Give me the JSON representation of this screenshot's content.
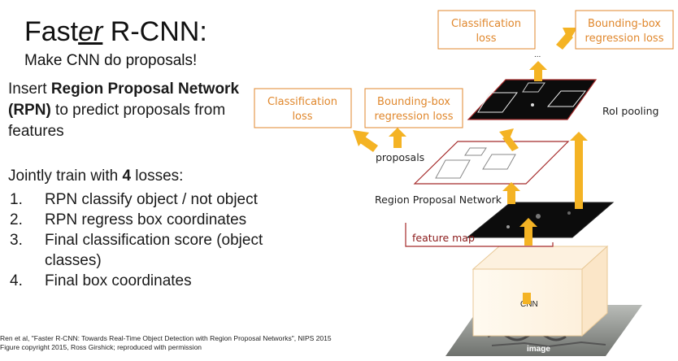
{
  "title": {
    "prefix": "Fast",
    "underlined": "er",
    "suffix": " R-CNN:"
  },
  "subtitle": "Make CNN do proposals!",
  "intro": {
    "pre": "Insert ",
    "bold": "Region Proposal Network (RPN)",
    "post": " to predict proposals from features"
  },
  "jointly": {
    "pre": "Jointly train with ",
    "bold": "4",
    "post": " losses:"
  },
  "losses": [
    {
      "num": "1.",
      "text": "RPN classify object / not object"
    },
    {
      "num": "2.",
      "text": "RPN regress box coordinates"
    },
    {
      "num": "3.",
      "text": "Final classification score (object classes)"
    },
    {
      "num": "4.",
      "text": "Final box coordinates"
    }
  ],
  "citation": {
    "line1": "Ren et al, \"Faster R-CNN: Towards Real-Time Object Detection with Region Proposal Networks\", NIPS 2015",
    "line2": "Figure copyright 2015, Ross Girshick; reproduced with permission"
  },
  "diagram": {
    "top_cls_loss": [
      "Classification",
      "loss"
    ],
    "top_bbox_loss": [
      "Bounding-box",
      "regression loss"
    ],
    "rpn_cls_loss": [
      "Classification",
      "loss"
    ],
    "rpn_bbox_loss": [
      "Bounding-box",
      "regression loss"
    ],
    "ellipsis": "...",
    "roi_pooling": "RoI pooling",
    "proposals": "proposals",
    "rpn_label": "Region Proposal Network",
    "feature_map": "feature map",
    "cnn": "CNN",
    "image": "image"
  },
  "colors": {
    "loss_text": "#e0872c",
    "loss_border": "#e0872c",
    "arrow": "#f4b324",
    "feature_border": "#a52a2a"
  }
}
